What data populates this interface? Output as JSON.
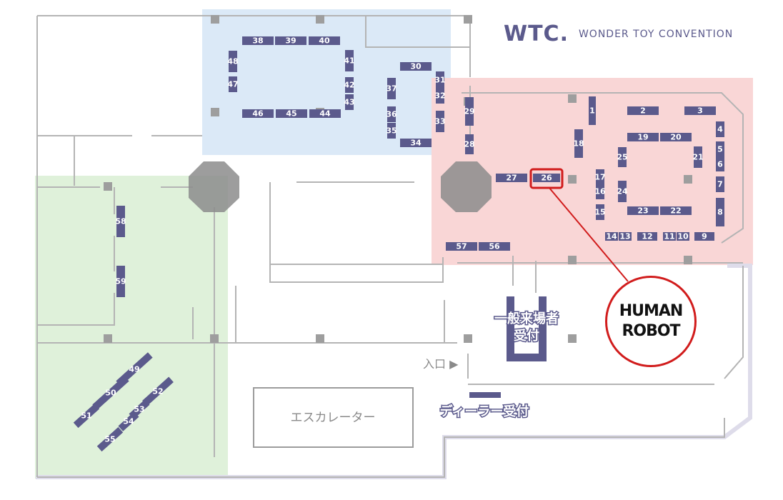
{
  "logo": {
    "mark": "WTC.",
    "name": "WONDER TOY CONVENTION"
  },
  "colors": {
    "booth": "#5b5a8c",
    "zone_blue": "#dbe9f7",
    "zone_red": "#f9d6d6",
    "zone_green": "#dff1da",
    "pillar": "#9e9e9e",
    "highlight": "#d11c1c"
  },
  "labels": {
    "general_reception": [
      "一般来場者",
      "受付"
    ],
    "entrance": "入口 ▶",
    "dealer_reception": "ディーラー受付",
    "escalator": "エスカレーター"
  },
  "highlight": {
    "booth": "26",
    "lines": [
      "HUMAN",
      "ROBOT"
    ]
  },
  "booths": [
    "1",
    "2",
    "3",
    "4",
    "5",
    "6",
    "7",
    "8",
    "9",
    "10",
    "11",
    "12",
    "13",
    "14",
    "15",
    "16",
    "17",
    "18",
    "19",
    "20",
    "21",
    "22",
    "23",
    "24",
    "25",
    "26",
    "27",
    "28",
    "29",
    "30",
    "31",
    "32",
    "33",
    "34",
    "35",
    "36",
    "37",
    "38",
    "39",
    "40",
    "41",
    "42",
    "43",
    "44",
    "45",
    "46",
    "47",
    "48",
    "49",
    "50",
    "51",
    "52",
    "53",
    "54",
    "55",
    "56",
    "57",
    "58",
    "59"
  ]
}
